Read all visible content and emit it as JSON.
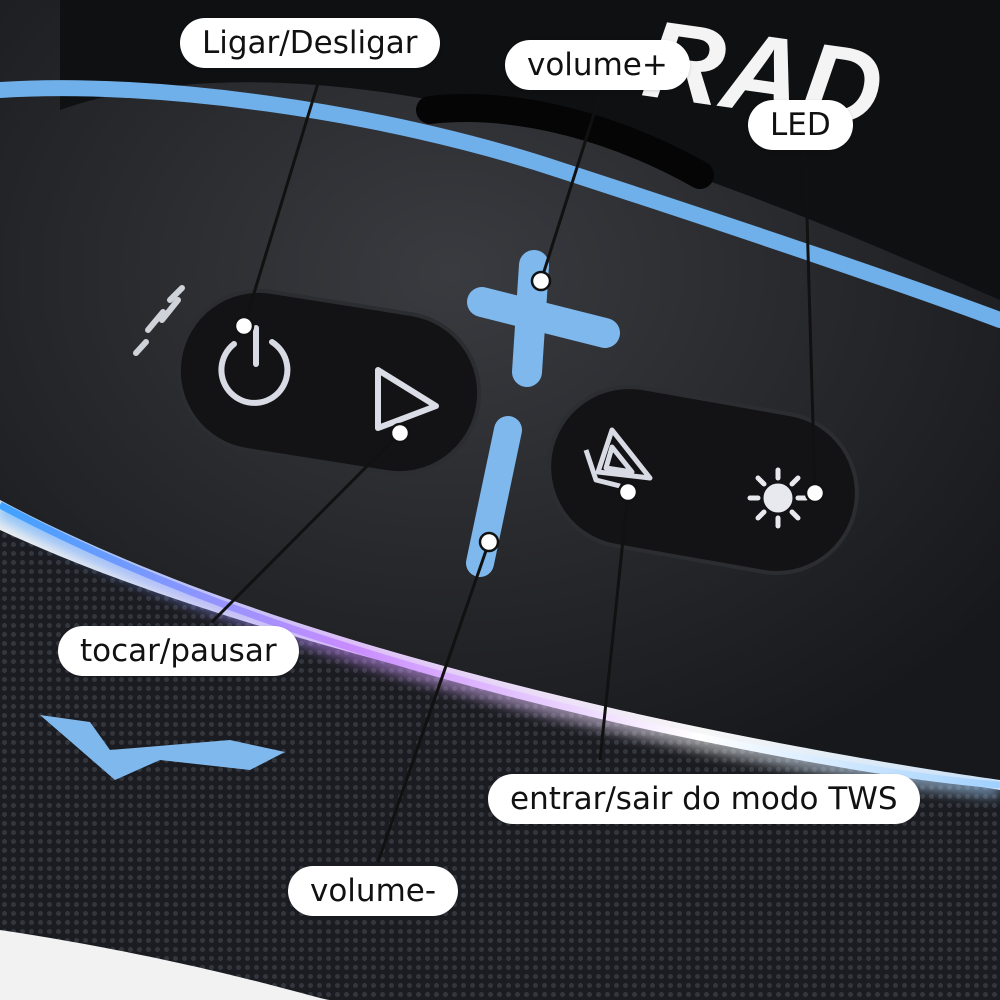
{
  "brand": {
    "text": "RAD"
  },
  "callouts": {
    "power": "Ligar/Desligar",
    "volume_up": "volume+",
    "led": "LED",
    "play_pause": "tocar/pausar",
    "tws": "entrar/sair do modo TWS",
    "volume_down": "volume-"
  },
  "colors": {
    "accent_blue": "#7fb8ec",
    "speaker_body": "#1c1d20",
    "pill": "#141416",
    "label_bg": "#ffffff"
  }
}
